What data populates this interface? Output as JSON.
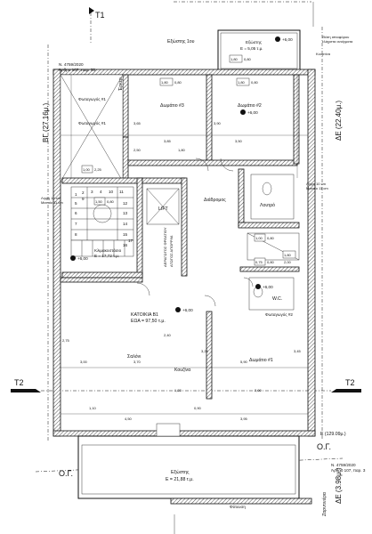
{
  "sections": {
    "top": "T1",
    "left": "T2",
    "right": "T2"
  },
  "notes": {
    "permit_top": "N. 4759/2020",
    "permit_top_article": "Άρθρο 107, παρ. 55",
    "permit_bottom": "N. 4759/2020",
    "permit_bottom_article": "Άρθρο 107, παρ. 3",
    "erker": "Έρκερ",
    "cantilever_note_1": "Θέση ιστιοφόρου",
    "cantilever_note_2": "ελάχιστα ανοίγματα",
    "curtain": "Κουρτίνα",
    "plant_box": "Ζαρντινιέρα",
    "height_note_left_1": "Ληψη 10 cm",
    "height_note_left_2": "Μεσαίο 11 cm",
    "height_note_right_1": "Ληψη 10 cm",
    "height_note_right_2": "Μεσαίο 11 cm",
    "og_left": "Ο.Γ.",
    "og_right": "Ο.Γ."
  },
  "boundaries": {
    "left": "ΒΓ (27.16μ.)",
    "right_top": "ΔΕ (22.40μ.)",
    "right_bottom": "ΔΕ (3.98μ.)",
    "right_bottom_alt": "Ε (129.09μ.)"
  },
  "rooms": {
    "balcony_top": "Εξώστης 1ου",
    "balcony_right_top": "Εξώστης",
    "balcony_right_top_area": "E = 5,05 τ.μ.",
    "bedroom_3": "Δωμάτιο #3",
    "bedroom_2": "Δωμάτιο #2",
    "light_well_1": "Φωταγωγός #1",
    "light_well_2": "Φωταγωγός #1",
    "light_well_3": "Φωταγωγός #2",
    "corridor": "Διάδρομος",
    "bath": "Λουτρό",
    "wc": "W.C.",
    "lift": "LIFT",
    "stair_hall": "Κλιμακοστάσιο",
    "stair_hall_area": "E = 17,72 τ.μ.",
    "shaft_1": "ΑΕΡΑΓΩΓΟΣ ΦΡΕΑΤΙΟΥ",
    "shaft_2": "ΑΓΩΓΟΣ ΑΠΟΡΡΙΜ.",
    "apartment": "ΚΑΤΟΙΚΙΑ Β1",
    "apartment_area": "ΕΩΑ = 97,50 τ.μ.",
    "living": "Σαλόνι",
    "kitchen": "Κουζίνα",
    "bedroom_1": "Δωμάτιο #1",
    "balcony_bottom": "Εξώστης",
    "balcony_bottom_area": "E = 21,88 τ.μ.",
    "plant_strip": "Φύτευση"
  },
  "levels": [
    "+6,00",
    "+6,00",
    "+6,00",
    "+6,00",
    "+6,00",
    "+6,00"
  ],
  "stairs": [
    "1",
    "2",
    "3",
    "4",
    "5",
    "6",
    "7",
    "8",
    "9",
    "10",
    "11",
    "12",
    "13",
    "14",
    "15",
    "16",
    "17"
  ],
  "dimensions": {
    "w_tags": [
      "1,80",
      "1,80",
      "1,80",
      "1,00",
      "1,00",
      "1,80",
      "1,80",
      "1,80",
      "0,75",
      "1,80",
      "1,50"
    ],
    "h_tags": [
      "0,80",
      "0,80",
      "0,80",
      "2,25",
      "0,80",
      "0,80",
      "1,10",
      "0,80",
      "0,80",
      "2,00",
      "0,80"
    ],
    "runs": [
      "3,85",
      "3,50",
      "3,65",
      "3,90",
      "3,00",
      "3,70",
      "5,90",
      "2,40",
      "2,75",
      "3,25",
      "3,45",
      "1,10",
      "0,90",
      "4,50",
      "3,95",
      "3,00",
      "1,23",
      "2,50",
      "1,80"
    ]
  }
}
